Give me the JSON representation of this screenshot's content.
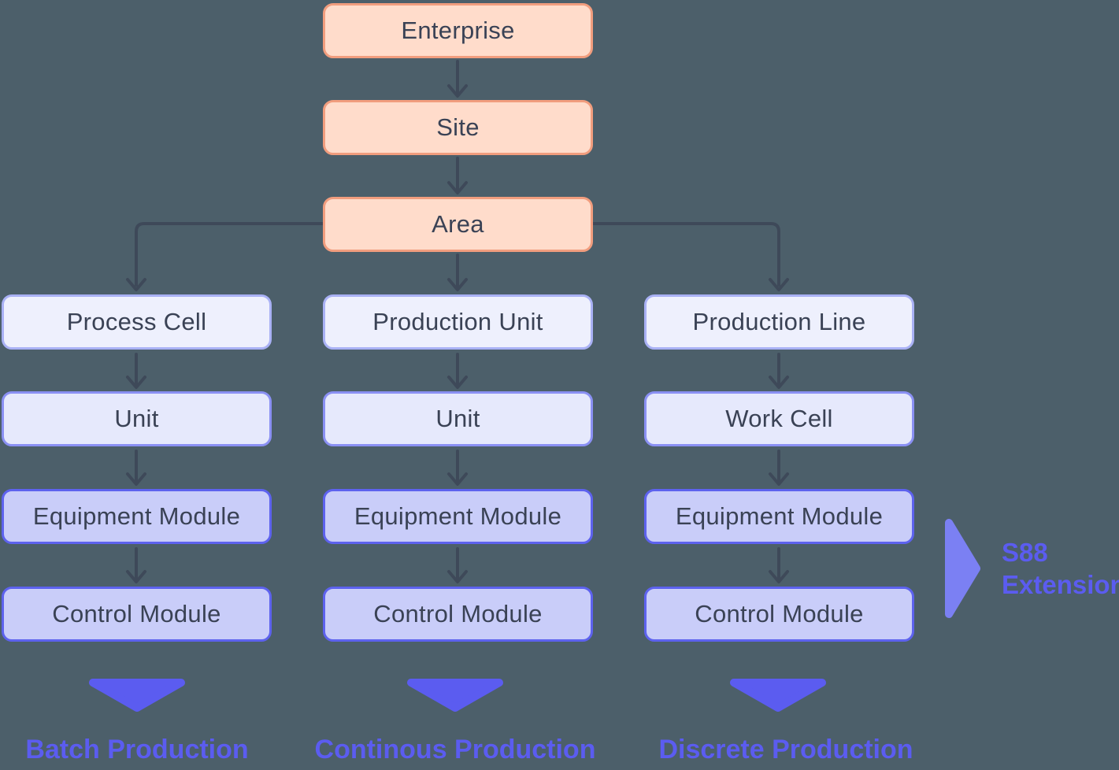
{
  "palette": {
    "background": "#4C5F6A",
    "peach_fill": "#FFDCCB",
    "peach_border": "#F19D7E",
    "level1_fill": "#EEF0FD",
    "level1_border": "#A9B1F5",
    "level2_fill": "#E6E9FC",
    "level2_border": "#8A90F3",
    "level34_fill": "#C9CDF9",
    "level34_border": "#5D62EE",
    "node_text": "#3A4255",
    "connector": "#3E4959",
    "accent_purple": "#5B5CF0",
    "accent_purple_light": "#7B80F3"
  },
  "diagram": {
    "top_chain": [
      {
        "label": "Enterprise"
      },
      {
        "label": "Site"
      },
      {
        "label": "Area"
      }
    ],
    "columns": [
      {
        "levels": [
          "Process Cell",
          "Unit",
          "Equipment Module",
          "Control Module"
        ],
        "footer": "Batch Production"
      },
      {
        "levels": [
          "Production Unit",
          "Unit",
          "Equipment Module",
          "Control Module"
        ],
        "footer": "Continous Production"
      },
      {
        "levels": [
          "Production Line",
          "Work Cell",
          "Equipment Module",
          "Control Module"
        ],
        "footer": "Discrete Production"
      }
    ],
    "annotation": {
      "line1": "S88",
      "line2": "Extension"
    }
  }
}
